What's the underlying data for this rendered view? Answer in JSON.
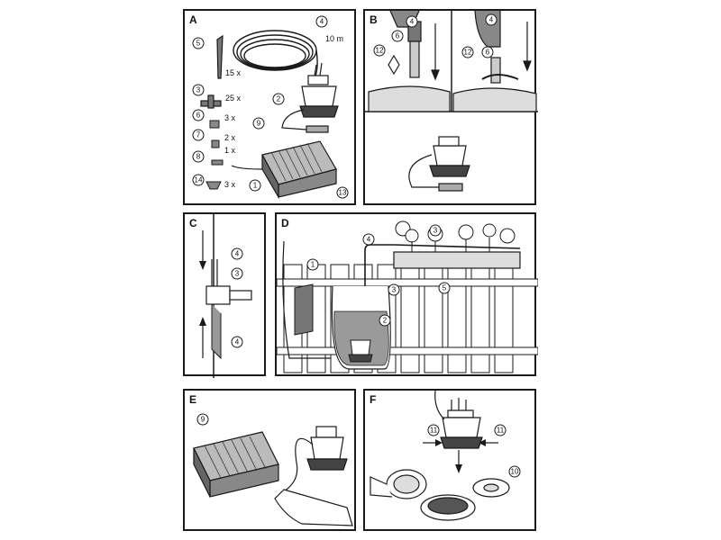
{
  "panels": {
    "A": {
      "label": "A",
      "hose_length": "10 m",
      "qty_5": "15 x",
      "qty_3": "25 x",
      "qty_6": "3 x",
      "qty_7": "2 x",
      "qty_8": "1 x",
      "qty_14": "3 x",
      "parts": [
        "4",
        "5",
        "3",
        "2",
        "6",
        "7",
        "9",
        "8",
        "14",
        "1",
        "13"
      ]
    },
    "B": {
      "label": "B",
      "parts_left": [
        "4",
        "6",
        "12"
      ],
      "parts_right": [
        "4",
        "12",
        "6"
      ]
    },
    "C": {
      "label": "C",
      "parts": [
        "4",
        "3",
        "4"
      ]
    },
    "D": {
      "label": "D",
      "parts": [
        "4",
        "3",
        "1",
        "3",
        "2",
        "5"
      ]
    },
    "E": {
      "label": "E",
      "parts": [
        "9"
      ]
    },
    "F": {
      "label": "F",
      "parts": [
        "11",
        "11",
        "10"
      ]
    }
  },
  "colors": {
    "line": "#1a1a1a",
    "fill_gray": "#9a9a9a",
    "fill_light": "#d8d8d8"
  }
}
